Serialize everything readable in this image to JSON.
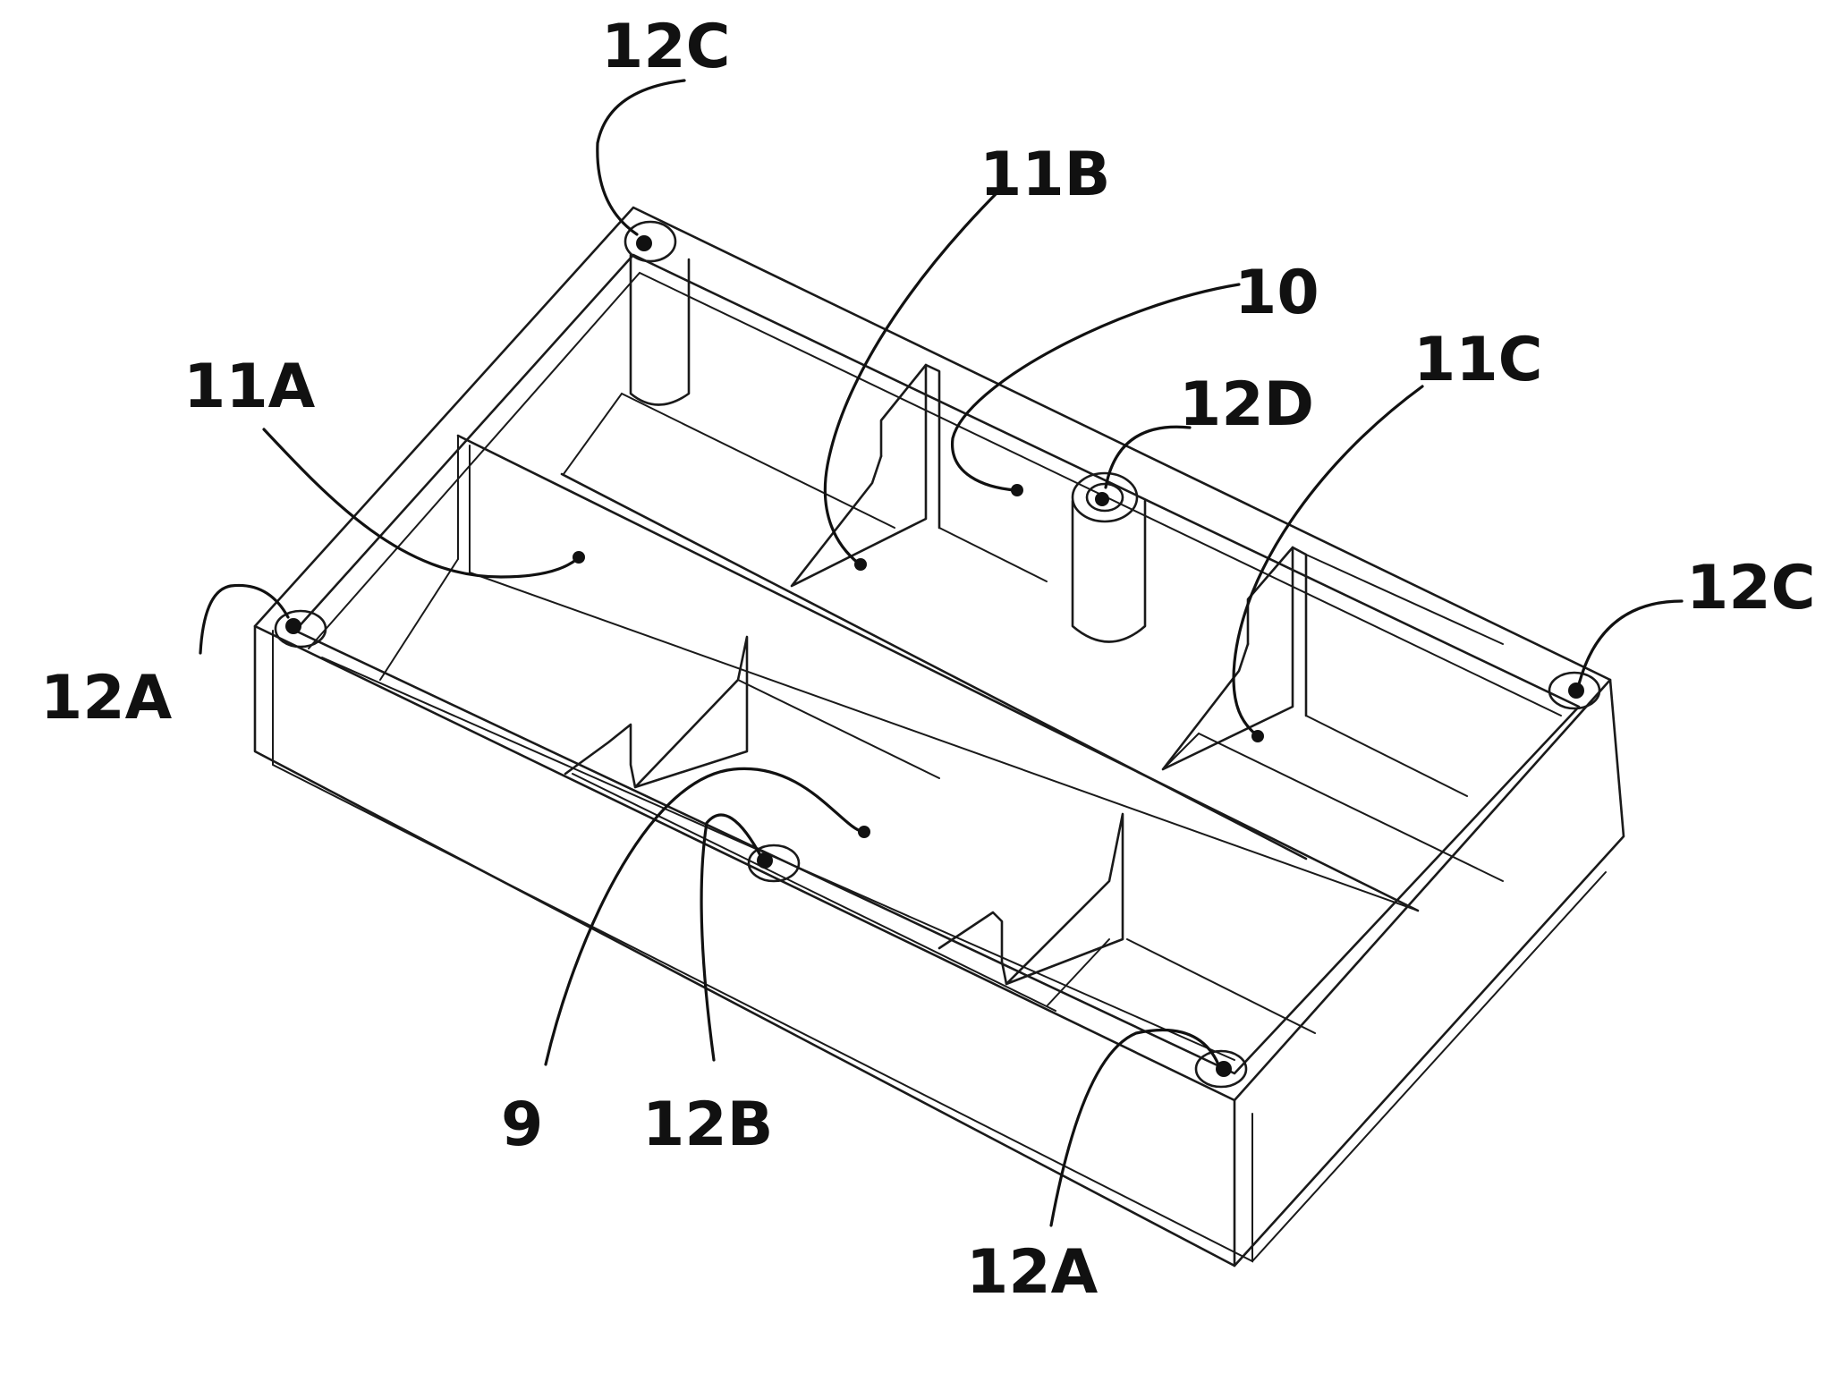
{
  "labels": {
    "l12c_top": "12C",
    "l11b": "11B",
    "l10": "10",
    "l11c": "11C",
    "l12d": "12D",
    "l11a": "11A",
    "l12a_left": "12A",
    "l12c_right": "12C",
    "l9": "9",
    "l12b": "12B",
    "l12a_bottom": "12A"
  }
}
